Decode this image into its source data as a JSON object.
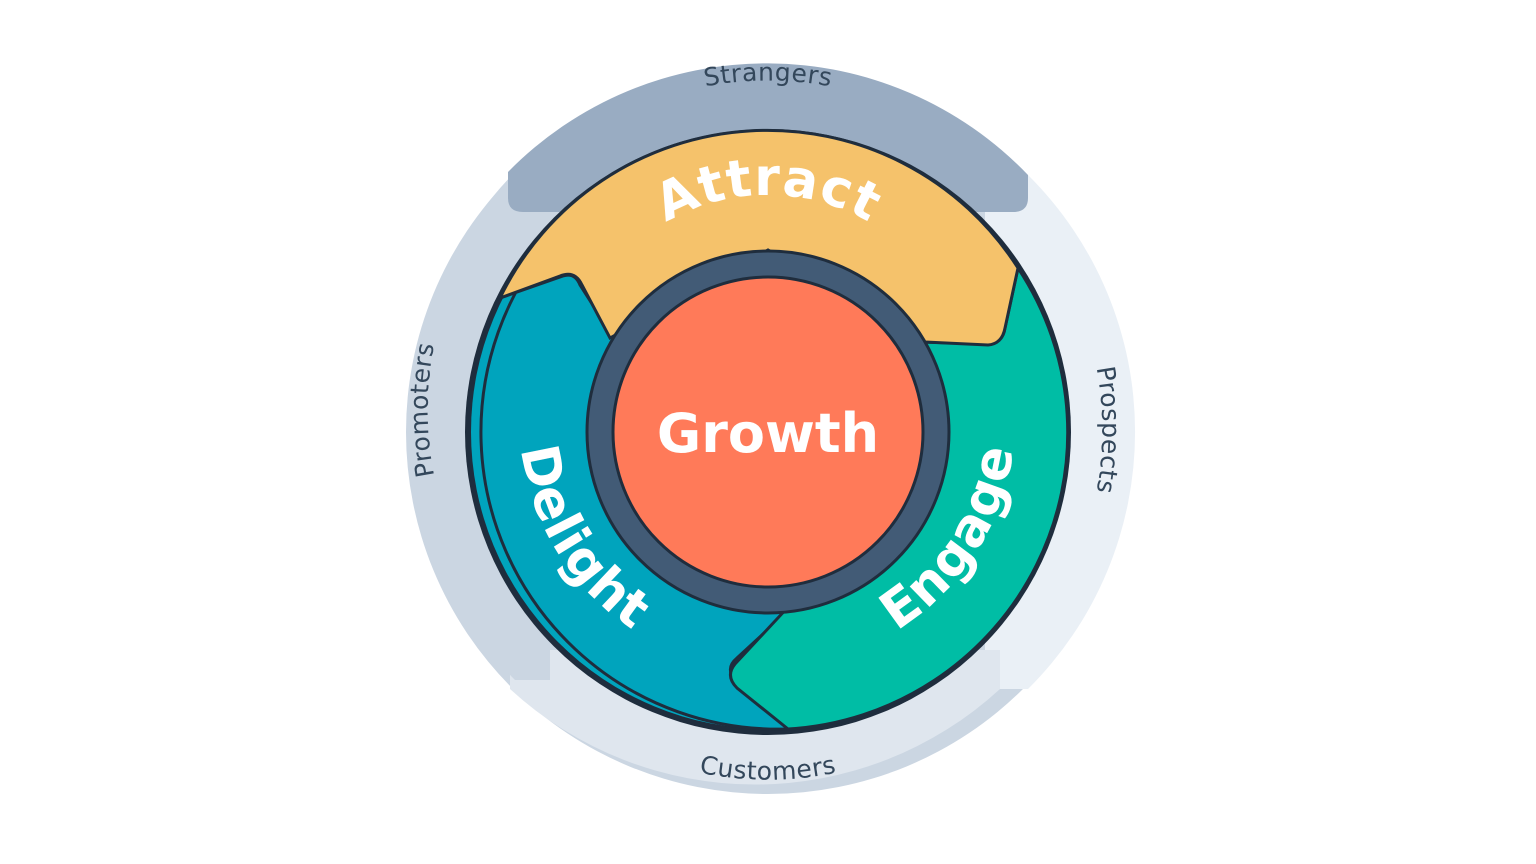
{
  "diagram": {
    "center": {
      "label": "Growth",
      "color": "#ff7a59",
      "ring_color": "#425b76"
    },
    "stages": [
      {
        "label": "Attract",
        "color": "#f5c26b"
      },
      {
        "label": "Engage",
        "color": "#00bda5"
      },
      {
        "label": "Delight",
        "color": "#00a4bd"
      }
    ],
    "outer_labels": {
      "strangers": "Strangers",
      "prospects": "Prospects",
      "customers": "Customers",
      "promoters": "Promoters"
    },
    "colors": {
      "outline": "#1f2d3d",
      "text_dark": "#33475b",
      "strangers_band": "#99acc2",
      "outer_ring": "#cbd6e2",
      "prospects_band": "#eaf0f6",
      "customers_band": "#dfe6ee",
      "promoters_band": "#cbd6e2"
    }
  }
}
